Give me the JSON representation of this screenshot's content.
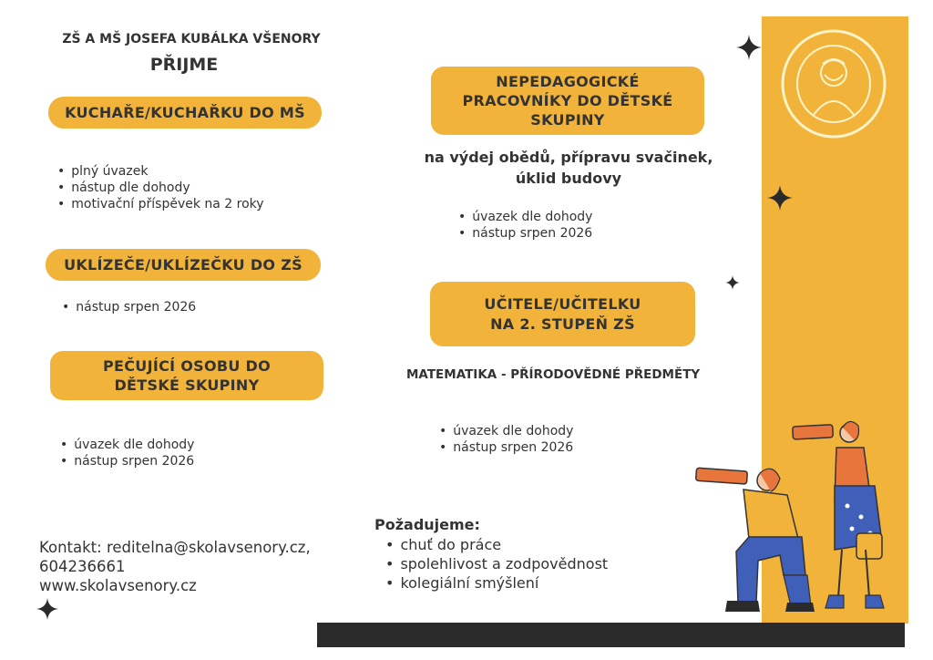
{
  "header": {
    "school": "ZŠ A MŠ JOSEFA KUBÁLKA VŠENORY",
    "hires": "PŘIJME"
  },
  "positions": {
    "cook": {
      "title": "KUCHAŘE/KUCHAŘKU DO MŠ",
      "bullets": [
        "plný úvazek",
        "nástup dle dohody",
        "motivační příspěvek na 2 roky"
      ]
    },
    "cleaner": {
      "title": "UKLÍZEČE/UKLÍZEČKU DO ZŠ",
      "bullets": [
        "nástup srpen 2026"
      ]
    },
    "caregiver": {
      "title_line1": "PEČUJÍCÍ OSOBU DO",
      "title_line2": "DĚTSKÉ SKUPINY",
      "bullets": [
        "úvazek dle dohody",
        "nástup srpen 2026"
      ]
    },
    "nonteaching": {
      "title_line1": "NEPEDAGOGICKÉ",
      "title_line2": "PRACOVNÍKY DO DĚTSKÉ",
      "title_line3": "SKUPINY",
      "desc_line1": "na výdej obědů, přípravu svačinek,",
      "desc_line2": "úklid budovy",
      "bullets": [
        "úvazek dle dohody",
        "nástup srpen 2026"
      ]
    },
    "teacher": {
      "title_line1": "UČITELE/UČITELKU",
      "title_line2": "NA 2. STUPEŇ ZŠ",
      "subjects": "MATEMATIKA - PŘÍRODOVĚDNÉ PŘEDMĚTY",
      "bullets": [
        "úvazek dle dohody",
        "nástup srpen 2026"
      ]
    }
  },
  "requirements": {
    "title": "Požadujeme:",
    "items": [
      "chuť do práce",
      "spolehlivost a zodpovědnost",
      "kolegiální smýšlení"
    ]
  },
  "contact": {
    "line1": "Kontakt: reditelna@skolavsenory.cz,",
    "line2": "604236661",
    "line3": "www.skolavsenory.cz"
  },
  "colors": {
    "accent": "#f2b33a",
    "text": "#333333",
    "bar": "#2b2b2b",
    "figure_orange": "#e8763c",
    "figure_blue": "#3f5fb8"
  },
  "icons": [
    "sparkle-icon",
    "school-seal-logo",
    "telescope-women-illustration"
  ]
}
